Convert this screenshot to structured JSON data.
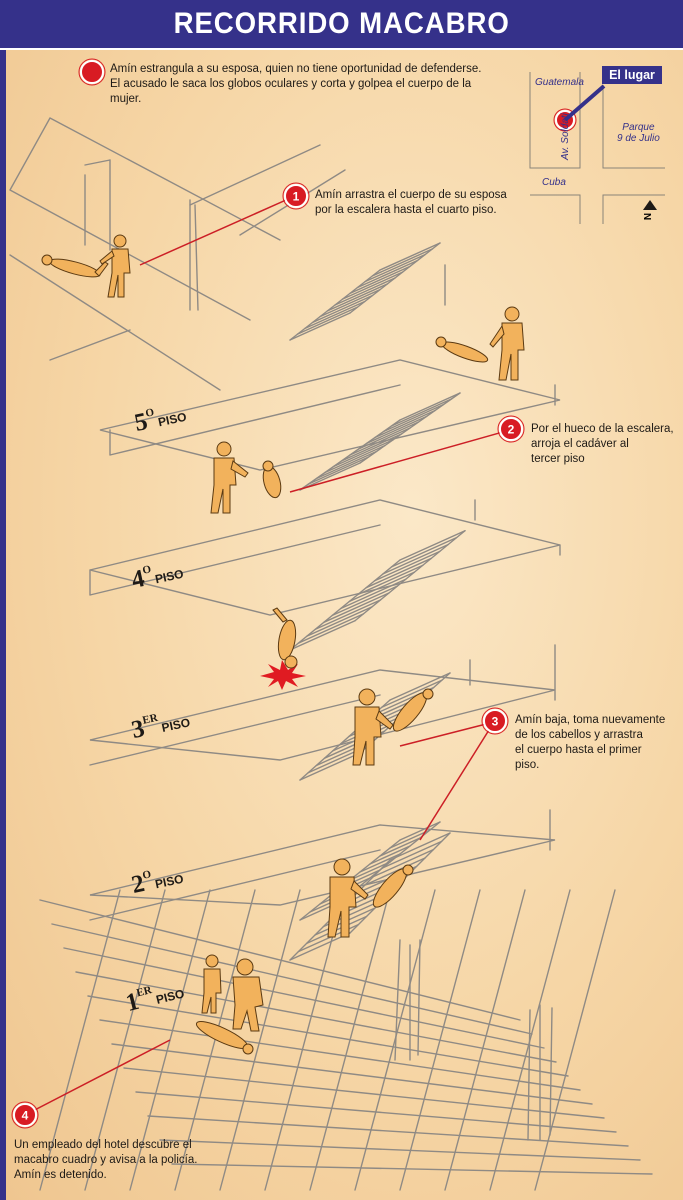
{
  "header": {
    "title": "RECORRIDO MACABRO"
  },
  "intro": {
    "lines": [
      "Amín estrangula a su esposa, quien no tiene oportunidad de defenderse.",
      "El acusado le saca los globos oculares y corta y golpea el cuerpo de la",
      "mujer."
    ]
  },
  "map": {
    "title": "El lugar",
    "streets": {
      "guatemala": "Guatemala",
      "soldati": "Av. Soldati",
      "cuba": "Cuba"
    },
    "park": [
      "Parque",
      "9 de Julio"
    ],
    "north": "N"
  },
  "steps": [
    {
      "num": "1",
      "lines": [
        "Amín arrastra el cuerpo de su esposa",
        "por la escalera hasta el cuarto piso."
      ]
    },
    {
      "num": "2",
      "lines": [
        "Por el hueco de la escalera,",
        "arroja el cadáver al",
        "tercer piso"
      ]
    },
    {
      "num": "3",
      "lines": [
        "Amín baja, toma nuevamente",
        "de los cabellos y arrastra",
        "el cuerpo hasta el primer",
        "piso."
      ]
    },
    {
      "num": "4",
      "lines": [
        "Un empleado del hotel descubre el",
        "macabro cuadro y avisa a la policía.",
        "Amín es detenido."
      ]
    }
  ],
  "floors": [
    {
      "num": "5",
      "sup": "O",
      "label": "PISO"
    },
    {
      "num": "4",
      "sup": "O",
      "label": "PISO"
    },
    {
      "num": "3",
      "sup": "ER",
      "label": "PISO"
    },
    {
      "num": "2",
      "sup": "O",
      "label": "PISO"
    },
    {
      "num": "1",
      "sup": "ER",
      "label": "PISO"
    }
  ],
  "colors": {
    "accent": "#35318a",
    "marker": "#d81b23",
    "leader": "#cc1f26",
    "figure": "#f2b25c",
    "sketch": "#8f8a84",
    "background": "#f7dcb0"
  }
}
